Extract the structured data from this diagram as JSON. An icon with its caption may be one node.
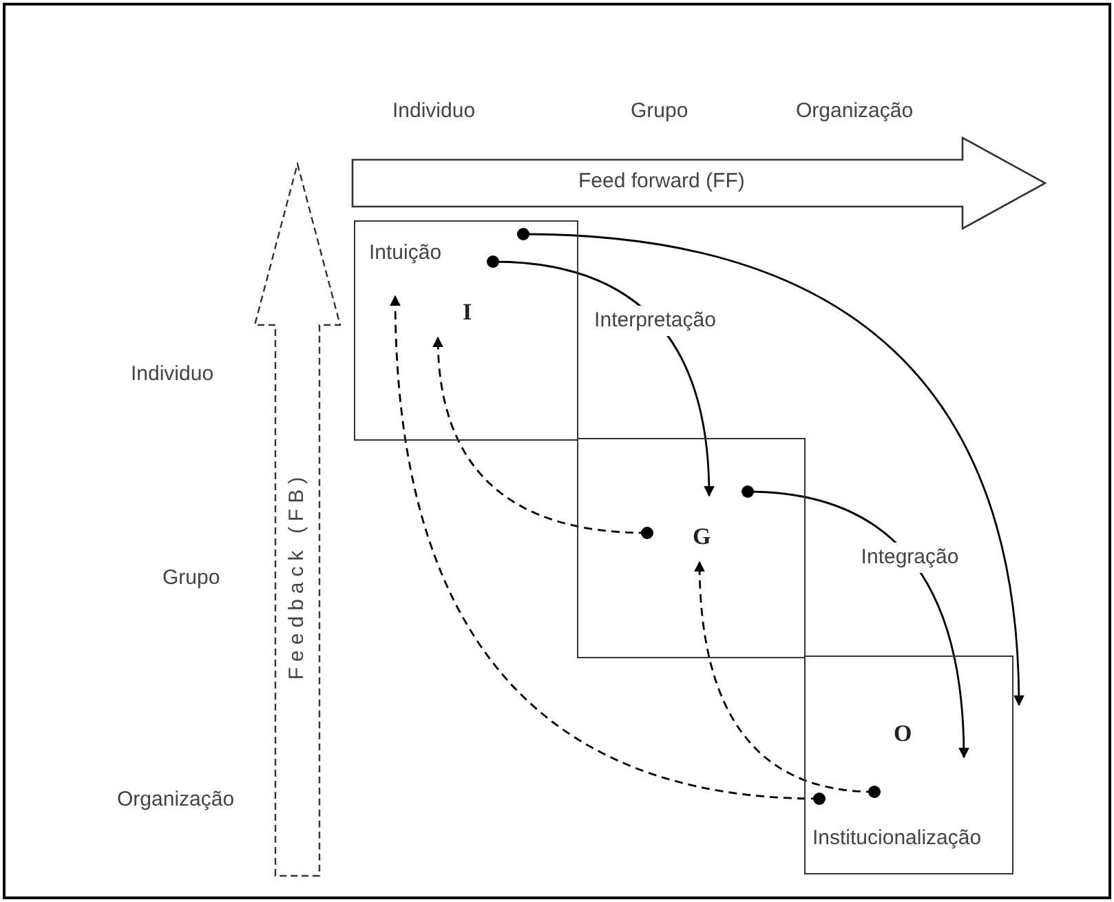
{
  "diagram": {
    "nodes": [
      {
        "text": [
          "Feed forward (FF)"
        ]
      },
      {
        "text": [
          "Feedback (FB)"
        ]
      },
      {
        "text": [
          "Intuição",
          "I"
        ]
      },
      {
        "text": [
          "G"
        ]
      },
      {
        "text": [
          "O",
          "Institucionalização"
        ]
      }
    ],
    "edges": [
      {
        "from": 2,
        "to": 3,
        "arrow": "to",
        "label": "Interpretação"
      },
      {
        "from": 3,
        "to": 4,
        "arrow": "to",
        "label": "Integração"
      },
      {
        "from": 2,
        "to": 4,
        "arrow": "to"
      },
      {
        "from": 3,
        "to": 2,
        "arrow": "to",
        "style": "dashed"
      },
      {
        "from": 4,
        "to": 2,
        "arrow": "to",
        "style": "dashed"
      },
      {
        "from": 4,
        "to": 3,
        "arrow": "to",
        "style": "dashed"
      }
    ],
    "labels": [
      "Individuo",
      "Grupo",
      "Organização",
      "Individuo",
      "Grupo",
      "Organização"
    ]
  }
}
